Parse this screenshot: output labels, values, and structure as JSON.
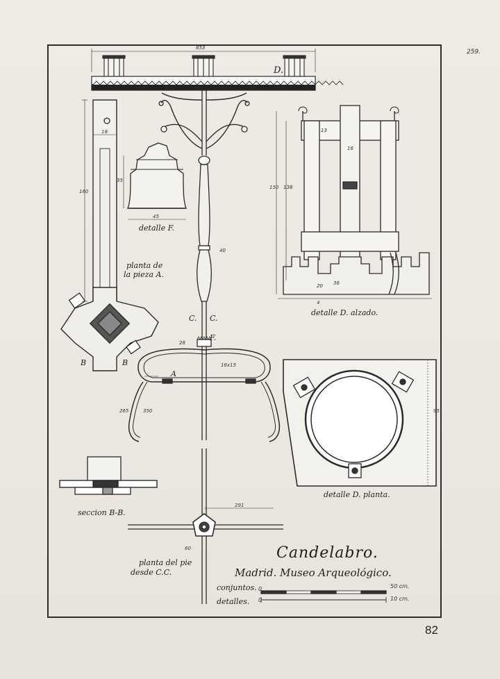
{
  "plate": {
    "number": "259.",
    "title": "Candelabro.",
    "location": "Madrid. Museo Arqueológico.",
    "scale_sets_label": "conjuntos.",
    "scale_details_label": "detalles.",
    "scale_zero_1": "0",
    "scale_zero_2": "0",
    "scale_sets_value": "50 cm.",
    "scale_details_value": "10 cm."
  },
  "labels": {
    "detail_d_top": "D.",
    "detail_f": "detalle F.",
    "piece_plan_line1": "planta de",
    "piece_plan_line2": "la pieza A.",
    "detail_d_elevation": "detalle D. alzado.",
    "detail_d_plan": "detalle D. planta.",
    "section_bb": "seccion B-B.",
    "foot_plan_line1": "planta del pie",
    "foot_plan_line2": "desde C.C.",
    "mark_b_left": "B",
    "mark_b_right": "B",
    "mark_c_left": "C.",
    "mark_c_right": "C.",
    "mark_f": "F.",
    "mark_a": "A"
  },
  "dimensions": {
    "top_width": "853",
    "piece_height": "160",
    "piece_width": "18",
    "detail_f_height": "35",
    "detail_f_width": "45",
    "shaft_dia": "40",
    "elev_height_a": "150",
    "elev_height_b": "138",
    "elev_w1": "13",
    "elev_w2": "16",
    "elev_w3": "20",
    "elev_w4": "36",
    "elev_w5": "4",
    "foot_height": "265",
    "foot_inner": "350",
    "bar_size": "16x15",
    "ring": "28",
    "plan_height": "95",
    "foot_arm": "291",
    "foot_angle": "60"
  },
  "page_number": "82"
}
